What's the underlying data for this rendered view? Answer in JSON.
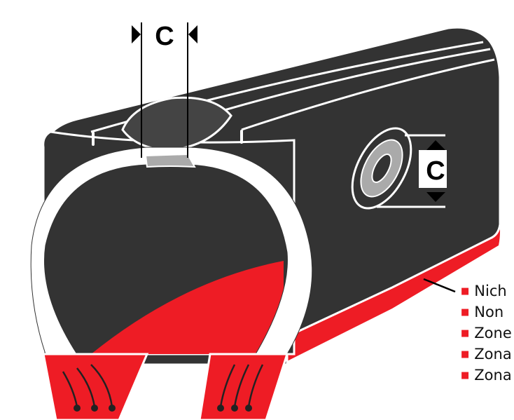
{
  "labels": {
    "top_dimension": "C",
    "side_dimension": "C"
  },
  "legend": {
    "items": [
      {
        "text": "Nich"
      },
      {
        "text": "Non"
      },
      {
        "text": "Zone"
      },
      {
        "text": "Zona"
      },
      {
        "text": "Zona"
      }
    ]
  },
  "colors": {
    "tire_body": "#333333",
    "damage_zone": "#ee1c25",
    "rim": "#ffffff",
    "patch": "#aaaaaa"
  }
}
